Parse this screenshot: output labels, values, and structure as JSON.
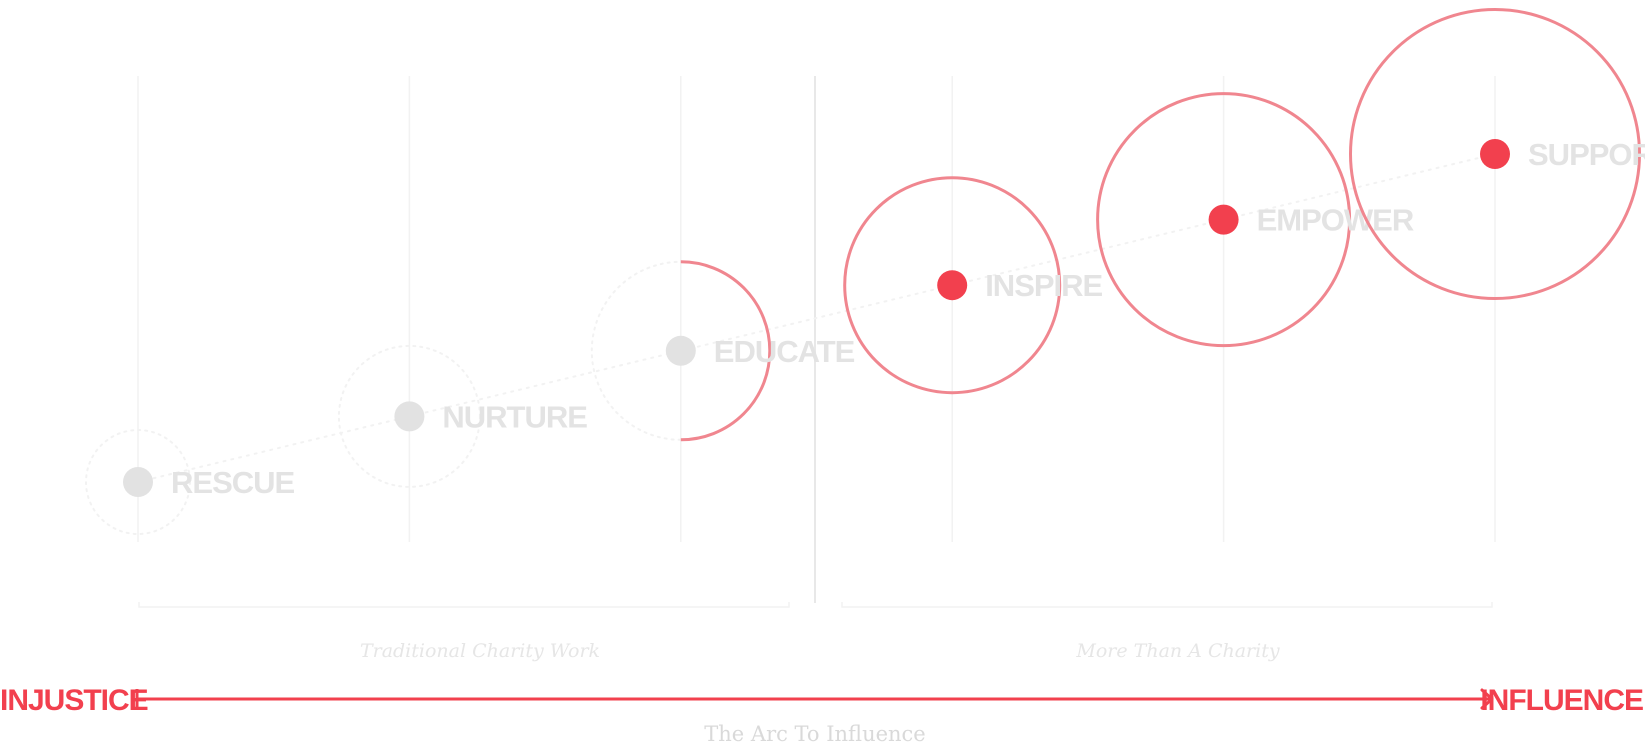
{
  "diagram": {
    "stages": [
      {
        "label": "RESCUE",
        "level": 0,
        "active": false,
        "ring": "dotted"
      },
      {
        "label": "NURTURE",
        "level": 1,
        "active": false,
        "ring": "dotted"
      },
      {
        "label": "EDUCATE",
        "level": 2,
        "active": false,
        "ring": "half"
      },
      {
        "label": "INSPIRE",
        "level": 3,
        "active": true,
        "ring": "full"
      },
      {
        "label": "EMPOWER",
        "level": 4,
        "active": true,
        "ring": "full"
      },
      {
        "label": "SUPPORT",
        "level": 5,
        "active": true,
        "ring": "full"
      }
    ],
    "groups": [
      {
        "caption": "Traditional Charity Work"
      },
      {
        "caption": "More Than A Charity"
      }
    ],
    "axis": {
      "start_label": "INJUSTICE",
      "end_label": "INFLUENCE",
      "title": "The Arc To Influence"
    },
    "colors": {
      "accent": "#f2404e",
      "ring": "#f0868f",
      "inactive_dot": "#e2e2e2",
      "label": "#e3e3e3",
      "grid": "#f2f2f2",
      "divider": "#e8e8e8",
      "caption": "#e6e6e6",
      "arc_title": "#d9d9d9"
    }
  }
}
